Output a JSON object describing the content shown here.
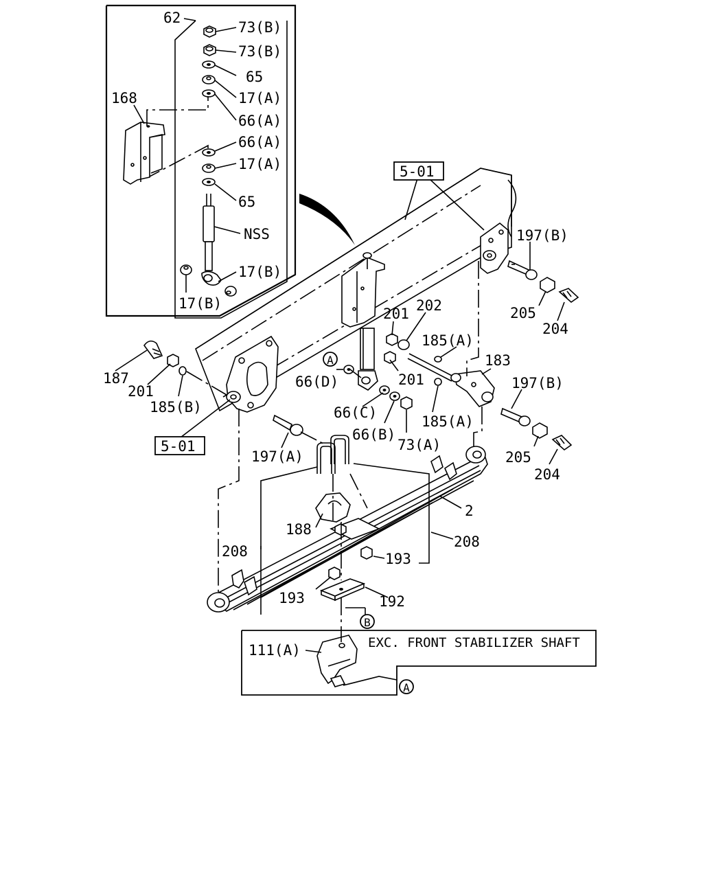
{
  "labels": {
    "l62": "62",
    "l73b_1": "73(B)",
    "l73b_2": "73(B)",
    "l65_1": "65",
    "l17a_1": "17(A)",
    "l66a_1": "66(A)",
    "l66a_2": "66(A)",
    "l17a_2": "17(A)",
    "l65_2": "65",
    "lnss": "NSS",
    "l17b_1": "17(B)",
    "l17b_2": "17(B)",
    "l168": "168",
    "l501_top": "5-01",
    "l197b_1": "197(B)",
    "l205_1": "205",
    "l204_1": "204",
    "l201_1": "201",
    "l202": "202",
    "l185a_1": "185(A)",
    "l183": "183",
    "l187": "187",
    "l201_2": "201",
    "l185b": "185(B)",
    "l501_bot": "5-01",
    "l66d": "66(D)",
    "l201_3": "201",
    "l197b_2": "197(B)",
    "l66c": "66(C)",
    "l66b": "66(B)",
    "l73a": "73(A)",
    "l185a_2": "185(A)",
    "l197a": "197(A)",
    "l205_2": "205",
    "l204_2": "204",
    "l2": "2",
    "l188": "188",
    "l208_1": "208",
    "l208_2": "208",
    "l193_1": "193",
    "l193_2": "193",
    "l192": "192",
    "l111a": "111(A)",
    "note": "EXC. FRONT STABILIZER SHAFT"
  },
  "refs": {
    "a1": "A",
    "a2": "A",
    "b1": "B"
  }
}
